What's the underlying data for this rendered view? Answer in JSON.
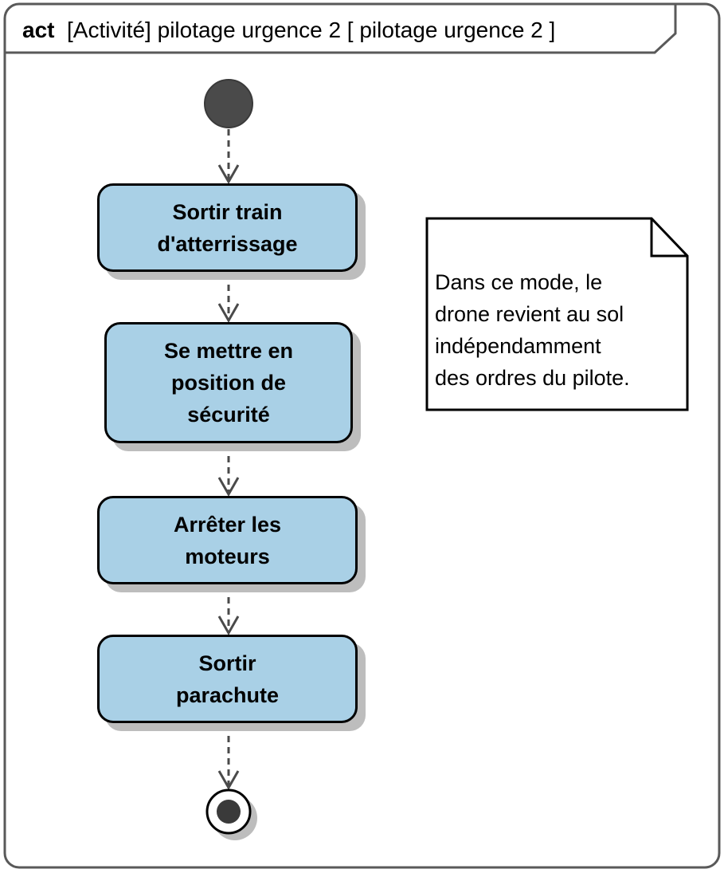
{
  "frame": {
    "keyword": "act",
    "title": "[Activité] pilotage urgence 2 [ pilotage urgence 2 ]"
  },
  "actions": [
    {
      "label": "Sortir train\nd'atterrissage"
    },
    {
      "label": "Se mettre en\nposition de\nsécurité"
    },
    {
      "label": "Arrêter les\nmoteurs"
    },
    {
      "label": "Sortir\nparachute"
    }
  ],
  "note": {
    "text": "Dans ce mode, le\ndrone revient au sol\nindépendamment\ndes ordres du pilote."
  },
  "colors": {
    "action_fill": "#a9d0e6",
    "node_fill": "#4a4a4a",
    "shadow": "#bdbdbd",
    "frame_border": "#595959"
  }
}
